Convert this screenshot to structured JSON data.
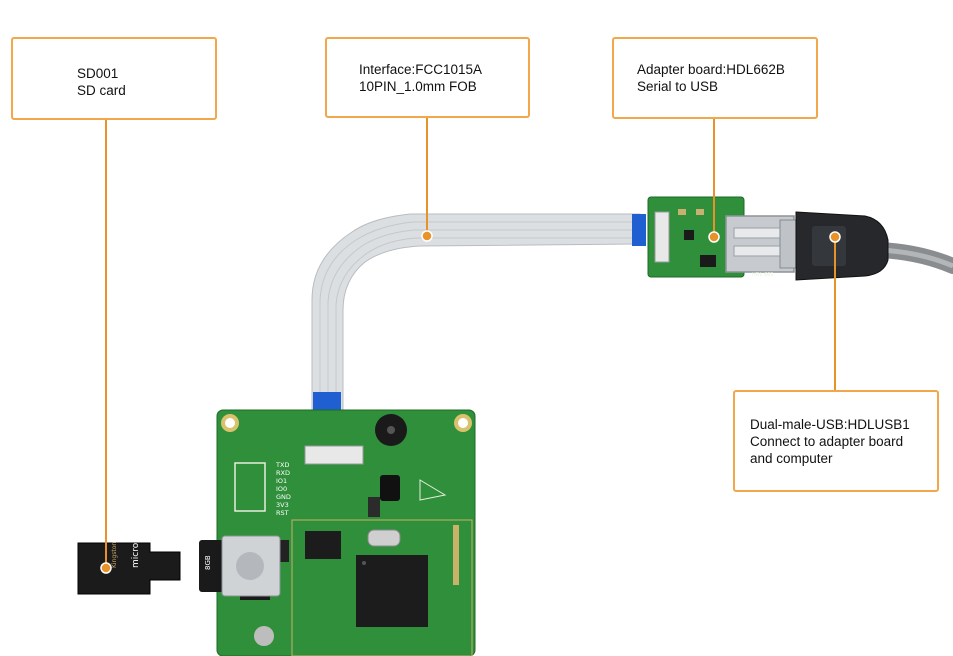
{
  "callouts": {
    "sd_card": {
      "line1": "SD001",
      "line2": "SD card"
    },
    "interface": {
      "line1": "Interface:FCC1015A",
      "line2": "10PIN_1.0mm FOB"
    },
    "adapter": {
      "line1": "Adapter board:HDL662B",
      "line2": "Serial to USB"
    },
    "usb_cable": {
      "line1": "Dual-male-USB:HDLUSB1",
      "line2": "Connect to adapter board",
      "line3": "and computer"
    }
  },
  "colors": {
    "callout_border": "#f2a84a",
    "leader_line": "#e8922a",
    "pcb_green": "#2f8f3a",
    "cable_grey": "#dcdfe2",
    "connector_blue": "#1f5fd1"
  },
  "photo": {
    "sd_card_label": "micro SD",
    "sd_card_brand": "Kingston",
    "sd_card_capacity": "8GB",
    "adapter_label": "HDL 662",
    "pins": [
      "TXD",
      "RXD",
      "IO1",
      "IO0",
      "GND",
      "3V3",
      "RST"
    ]
  }
}
